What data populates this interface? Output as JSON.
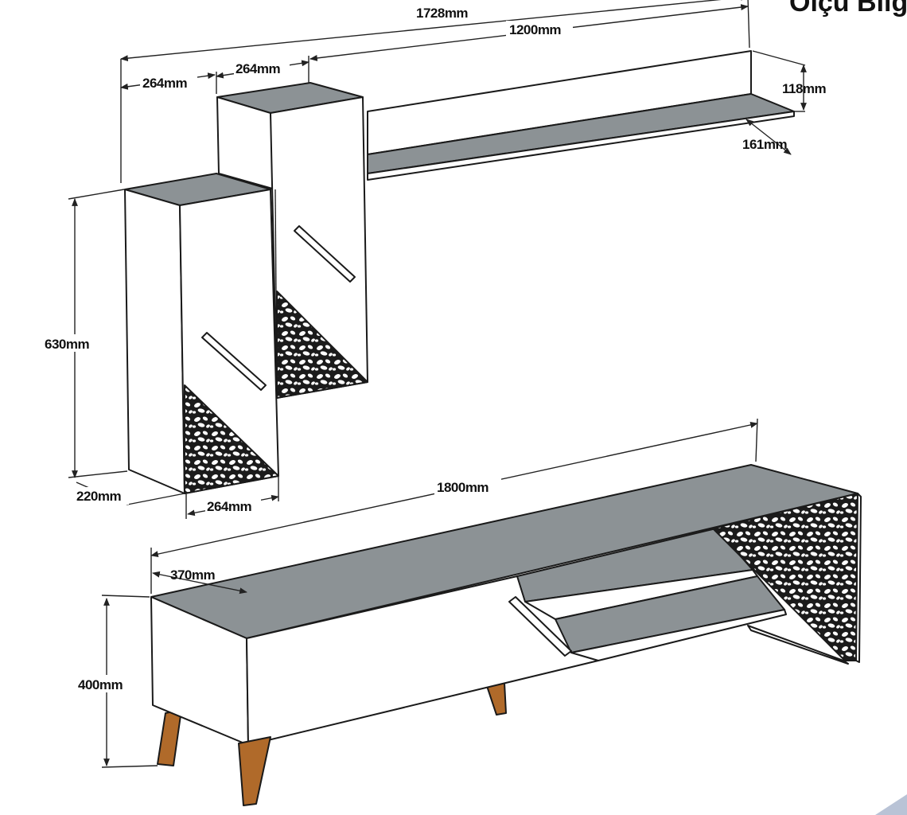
{
  "title_fragment": "Ölçü Bilg",
  "dimensions": {
    "total_width": "1728mm",
    "shelf_width": "1200mm",
    "module_left_width": "264mm",
    "module_right_width": "264mm",
    "shelf_height": "118mm",
    "shelf_depth": "161mm",
    "cabinet_height": "630mm",
    "cabinet_depth": "220mm",
    "cabinet_width": "264mm",
    "tv_unit_width": "1800mm",
    "tv_unit_depth": "370mm",
    "tv_unit_height": "400mm"
  },
  "colors": {
    "panel_white": "#ffffff",
    "top_grey": "#8c9295",
    "pattern_dark": "#1b1b1b",
    "leg_wood": "#b06a2a",
    "corner_accent": "#b9c3d6"
  }
}
